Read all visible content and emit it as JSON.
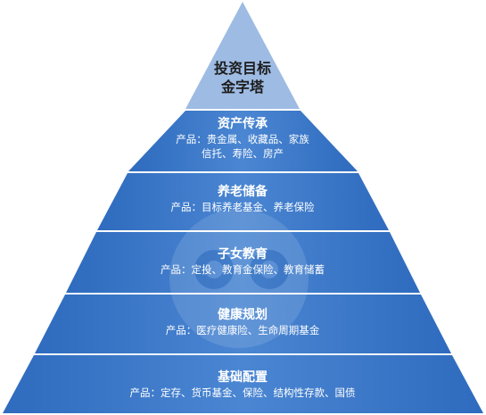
{
  "diagram": {
    "apex": {
      "line1": "投资目标",
      "line2": "金字塔",
      "color": "#9DBBE3"
    },
    "levels": [
      {
        "title": "资产传承",
        "line1": "产品：贵金属、收藏品、家族",
        "line2": "信托、寿险、房产"
      },
      {
        "title": "养老储备",
        "line1": "产品：目标养老基金、养老保险"
      },
      {
        "title": "子女教育",
        "line1": "产品：定投、教育金保险、教育储蓄"
      },
      {
        "title": "健康规划",
        "line1": "产品：医疗健康险、生命周期基金"
      },
      {
        "title": "基础配置",
        "line1": "产品：定存、货币基金、保险、结构性存款、国债"
      }
    ],
    "colors": {
      "band": "#3E7CCB",
      "band_dark": "#2F6BBE",
      "divider": "#FFFFFF",
      "text": "#FFFFFF",
      "apex_text": "#1C1C1C"
    }
  }
}
